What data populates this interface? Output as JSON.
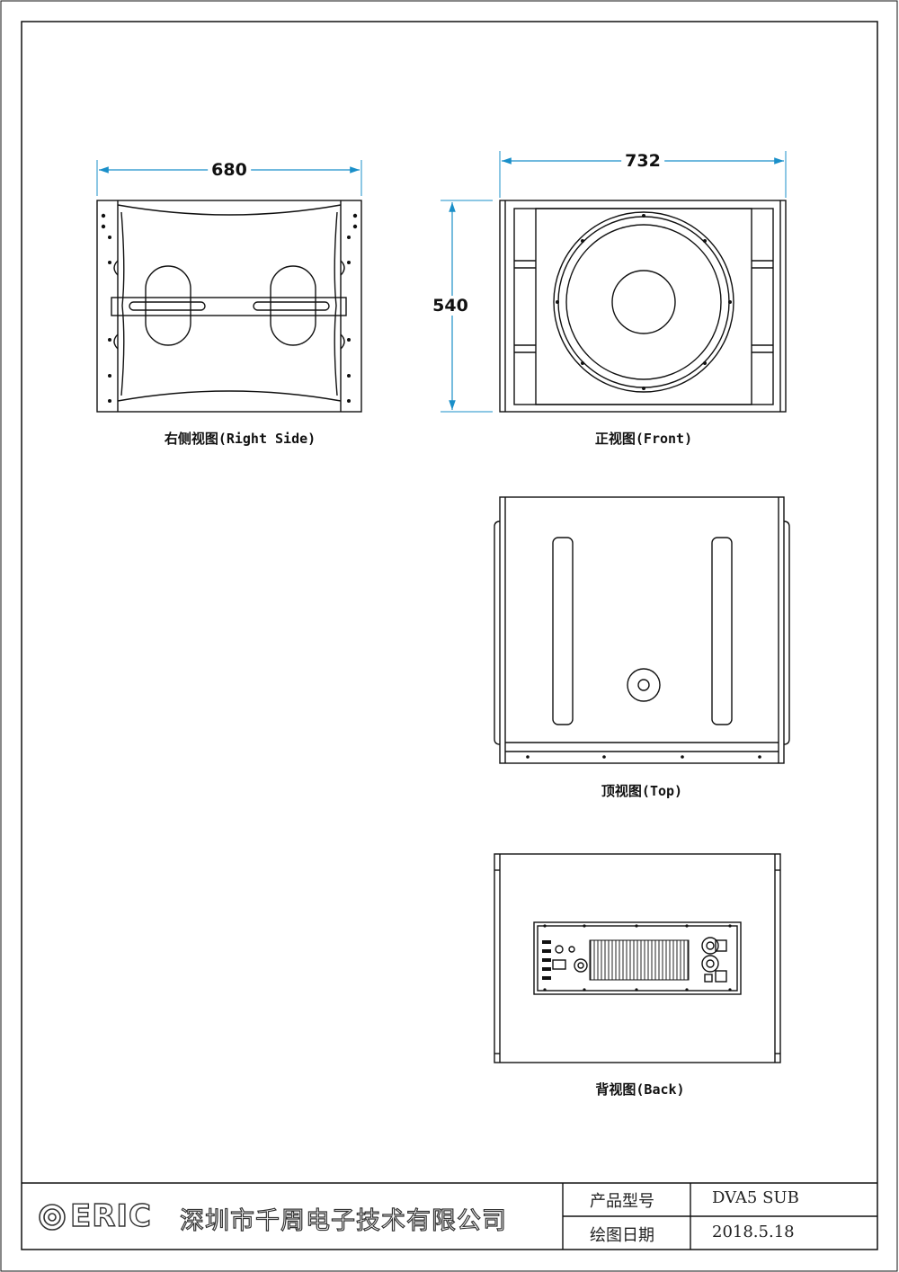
{
  "views": {
    "right_side": {
      "label": "右侧视图(Right Side)",
      "dim_width": "680"
    },
    "front": {
      "label": "正视图(Front)",
      "dim_width": "732",
      "dim_height": "540"
    },
    "top": {
      "label": "顶视图(Top)"
    },
    "back": {
      "label": "背视图(Back)"
    }
  },
  "title_block": {
    "brand": "ERIC",
    "company": "深圳市千周电子技术有限公司",
    "model_label": "产品型号",
    "model_value": "DVA5  SUB",
    "date_label": "绘图日期",
    "date_value": "2018.5.18"
  },
  "colors": {
    "dimension": "#1a8fc9",
    "line": "#111111"
  }
}
